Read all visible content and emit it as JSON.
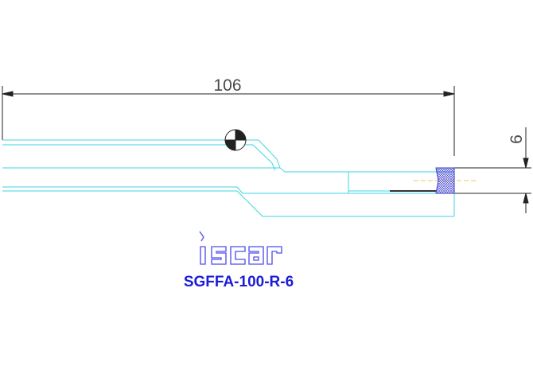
{
  "drawing": {
    "dimension_length": "106",
    "dimension_width": "6",
    "logo_text": "iscar",
    "model_code": "SGFFA-100-R-6"
  },
  "colors": {
    "outline": "#3fd6e0",
    "dimension": "#222222",
    "dimension_text": "#4a4a4a",
    "insert_hatch": "#3a3acc",
    "model_text": "#1c1cd6",
    "logo": "#6a6af0"
  }
}
